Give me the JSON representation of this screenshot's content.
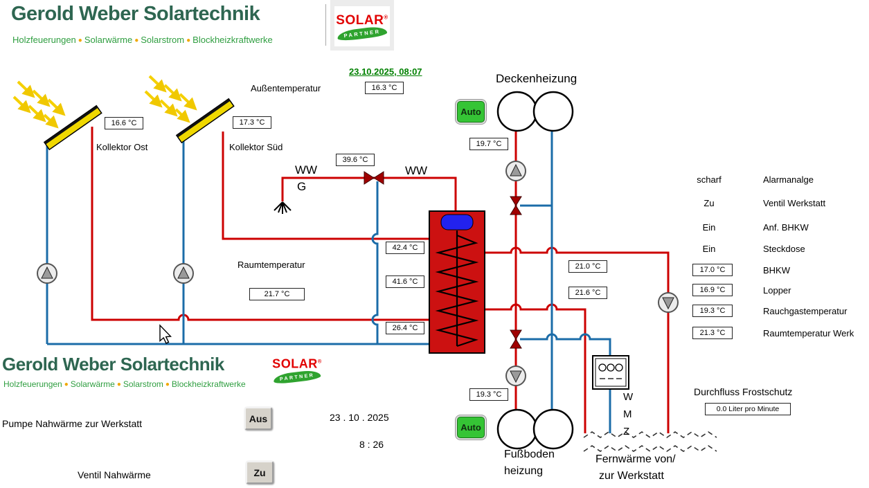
{
  "brand": {
    "company": "Gerold Weber Solartechnik",
    "tagline": {
      "p1": "Holzfeuerungen",
      "sep": "●",
      "p2": "Solarwärme",
      "p3": "Solarstrom",
      "p4": "Blockheizkraftwerke"
    },
    "logo": {
      "solar": "SOLAR",
      "reg": "®",
      "partner": "PARTNER"
    }
  },
  "timestamp_top": "23.10.2025,  08:07",
  "outdoor_temp": {
    "label": "Außentemperatur",
    "value": "16.3 °C"
  },
  "collector_ost": {
    "label": "Kollektor Ost",
    "temp": "16.6 °C"
  },
  "collector_sued": {
    "label": "Kollektor Süd",
    "temp": "17.3 °C"
  },
  "ww": {
    "left_label": "WW",
    "g_label": "G",
    "right_label": "WW",
    "temp": "39.6 °C"
  },
  "deckenheizung": {
    "title": "Deckenheizung",
    "auto_button": "Auto",
    "temp": "19.7 °C"
  },
  "fussbodenheizung": {
    "title_line1": "Fußboden",
    "title_line2": "heizung",
    "auto_button": "Auto",
    "temp": "19.3 °C"
  },
  "tank_temps": {
    "top": "42.4 °C",
    "middle": "41.6 °C",
    "bottom": "26.4 °C"
  },
  "room_temp": {
    "label": "Raumtemperatur",
    "value": "21.7 °C"
  },
  "heating_circuit_temps": {
    "upper": "21.0 °C",
    "lower": "21.6 °C"
  },
  "status_panel": {
    "rows": [
      {
        "value": "scharf",
        "label": "Alarmanalge"
      },
      {
        "value": "Zu",
        "label": "Ventil Werkstatt"
      },
      {
        "value": "Ein",
        "label": "Anf. BHKW"
      },
      {
        "value": "Ein",
        "label": "Steckdose"
      },
      {
        "value": "17.0 °C",
        "label": "BHKW"
      },
      {
        "value": "16.9 °C",
        "label": "Lopper"
      },
      {
        "value": "19.3 °C",
        "label": "Rauchgastemperatur"
      },
      {
        "value": "21.3 °C",
        "label": "Raumtemperatur Werk"
      }
    ]
  },
  "fernwaerme": {
    "line1": "Fernwärme von/",
    "line2": "zur Werkstatt"
  },
  "wmz": {
    "l1": "W",
    "l2": "M",
    "l3": "Z"
  },
  "frostschutz": {
    "label": "Durchfluss Frostschutz",
    "value": "0.0 Liter pro Minute"
  },
  "controls": {
    "pump_label": "Pumpe  Nahwärme zur Werkstatt",
    "pump_button": "Aus",
    "valve_label": "Ventil Nahwärme",
    "valve_button": "Zu",
    "date": "23 . 10 .   2025",
    "time": "8   :   26"
  }
}
